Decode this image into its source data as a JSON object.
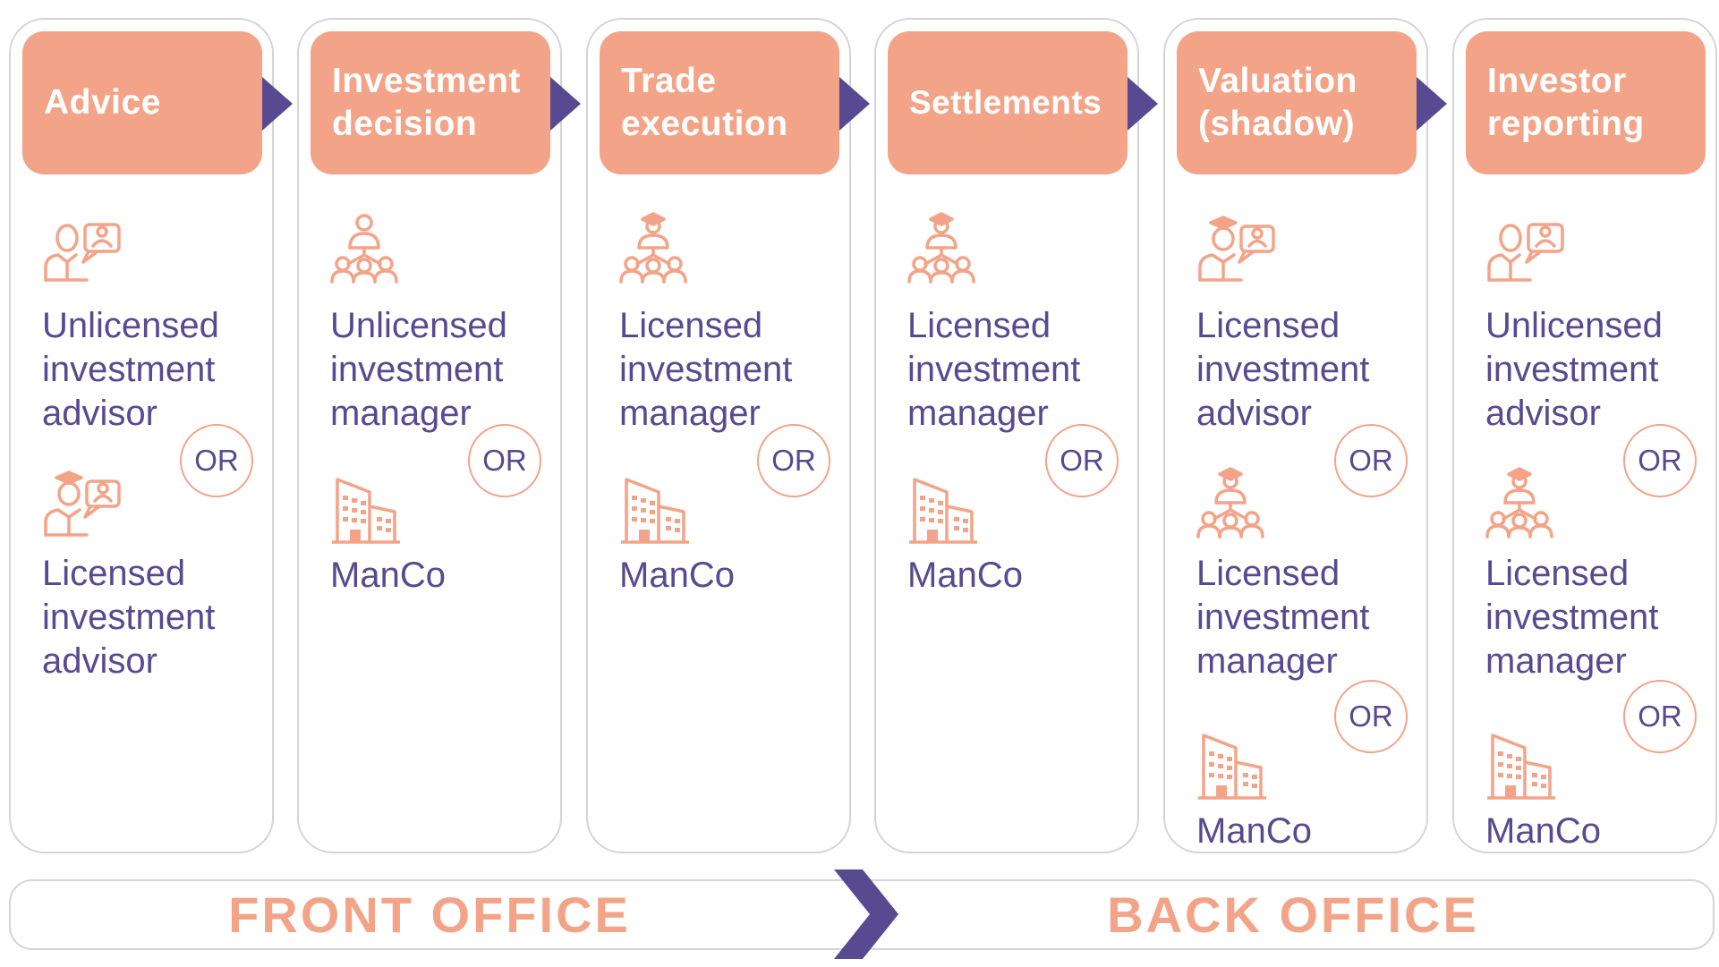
{
  "colors": {
    "accent": "#f3a488",
    "primary": "#574a90",
    "border": "#d4d4d4"
  },
  "columns": [
    {
      "title": "Advice",
      "options": [
        {
          "icon": "advisor-chat-icon",
          "label": "Unlicensed\ninvestment\nadvisor"
        },
        {
          "icon": "graduate-advisor-chat-icon",
          "label": "Licensed\ninvestment\nadvisor"
        }
      ],
      "or_labels": [
        "OR"
      ]
    },
    {
      "title": "Investment\ndecision",
      "options": [
        {
          "icon": "manager-team-icon",
          "label": "Unlicensed\ninvestment\nmanager"
        },
        {
          "icon": "building-icon",
          "label": "ManCo"
        }
      ],
      "or_labels": [
        "OR"
      ]
    },
    {
      "title": "Trade\nexecution",
      "options": [
        {
          "icon": "graduate-manager-team-icon",
          "label": "Licensed\ninvestment\nmanager"
        },
        {
          "icon": "building-icon",
          "label": "ManCo"
        }
      ],
      "or_labels": [
        "OR"
      ]
    },
    {
      "title": "Settlements",
      "options": [
        {
          "icon": "graduate-manager-team-icon",
          "label": "Licensed\ninvestment\nmanager"
        },
        {
          "icon": "building-icon",
          "label": "ManCo"
        }
      ],
      "or_labels": [
        "OR"
      ]
    },
    {
      "title": "Valuation\n(shadow)",
      "options": [
        {
          "icon": "graduate-advisor-chat-icon",
          "label": "Licensed\ninvestment\nadvisor"
        },
        {
          "icon": "graduate-manager-team-icon",
          "label": "Licensed\ninvestment\nmanager"
        },
        {
          "icon": "building-icon",
          "label": "ManCo"
        }
      ],
      "or_labels": [
        "OR",
        "OR"
      ]
    },
    {
      "title": "Investor\nreporting",
      "options": [
        {
          "icon": "advisor-chat-icon",
          "label": "Unlicensed\ninvestment\nadvisor"
        },
        {
          "icon": "graduate-manager-team-icon",
          "label": "Licensed\ninvestment\nmanager"
        },
        {
          "icon": "building-icon",
          "label": "ManCo"
        }
      ],
      "or_labels": [
        "OR",
        "OR"
      ]
    }
  ],
  "footer": {
    "front_label": "FRONT OFFICE",
    "back_label": "BACK OFFICE"
  }
}
